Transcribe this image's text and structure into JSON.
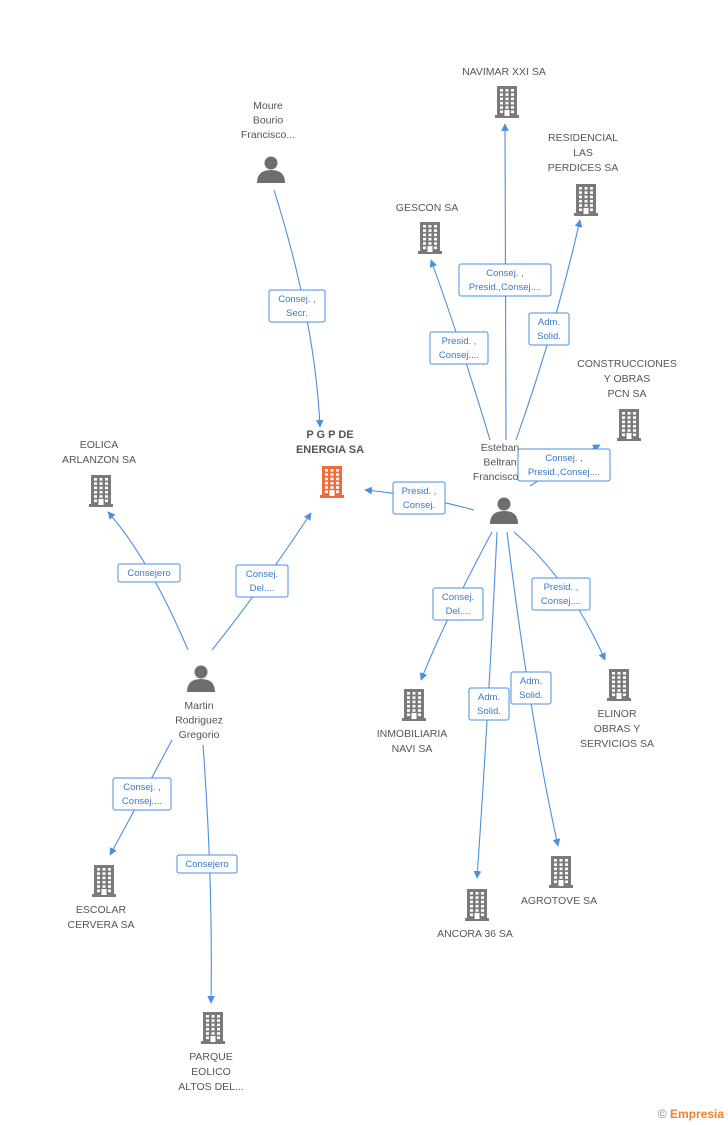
{
  "colors": {
    "edge": "#4a8fe0",
    "company": "#7a7a7a",
    "person": "#6e6e6e",
    "main": "#f26b3a"
  },
  "nodes": [
    {
      "id": "pgp",
      "type": "company",
      "main": true,
      "label": [
        "P G P DE",
        "ENERGIA SA"
      ]
    },
    {
      "id": "moure",
      "type": "person",
      "label": [
        "Moure",
        "Bourio",
        "Francisco..."
      ]
    },
    {
      "id": "esteban",
      "type": "person",
      "label": [
        "Esteban",
        "Beltran",
        "Francisco..."
      ]
    },
    {
      "id": "martin",
      "type": "person",
      "label": [
        "Martin",
        "Rodriguez",
        "Gregorio"
      ]
    },
    {
      "id": "navimar",
      "type": "company",
      "label": [
        "NAVIMAR XXI SA"
      ]
    },
    {
      "id": "residencial",
      "type": "company",
      "label": [
        "RESIDENCIAL",
        "LAS",
        "PERDICES SA"
      ]
    },
    {
      "id": "gescon",
      "type": "company",
      "label": [
        "GESCON SA"
      ]
    },
    {
      "id": "construcciones",
      "type": "company",
      "label": [
        "CONSTRUCCIONES",
        "Y OBRAS",
        "PCN SA"
      ]
    },
    {
      "id": "eolica",
      "type": "company",
      "label": [
        "EOLICA",
        "ARLANZON SA"
      ]
    },
    {
      "id": "inmobiliaria",
      "type": "company",
      "label": [
        "INMOBILIARIA",
        "NAVI SA"
      ]
    },
    {
      "id": "elinor",
      "type": "company",
      "label": [
        "ELINOR",
        "OBRAS Y",
        "SERVICIOS SA"
      ]
    },
    {
      "id": "agrotove",
      "type": "company",
      "label": [
        "AGROTOVE SA"
      ]
    },
    {
      "id": "ancora",
      "type": "company",
      "label": [
        "ANCORA 36 SA"
      ]
    },
    {
      "id": "escolar",
      "type": "company",
      "label": [
        "ESCOLAR",
        "CERVERA SA"
      ]
    },
    {
      "id": "parque",
      "type": "company",
      "label": [
        "PARQUE",
        "EOLICO",
        "ALTOS DEL..."
      ]
    }
  ],
  "edges": [
    {
      "from": "moure",
      "to": "pgp",
      "label": [
        "Consej. ,",
        "Secr."
      ]
    },
    {
      "from": "esteban",
      "to": "pgp",
      "label": [
        "Presid. ,",
        "Consej."
      ]
    },
    {
      "from": "esteban",
      "to": "navimar",
      "label": [
        "Consej. ,",
        "Presid.,Consej...."
      ]
    },
    {
      "from": "esteban",
      "to": "residencial",
      "label": [
        "Adm.",
        "Solid."
      ]
    },
    {
      "from": "esteban",
      "to": "gescon",
      "label": [
        "Presid. ,",
        "Consej...."
      ]
    },
    {
      "from": "esteban",
      "to": "construcciones",
      "label": [
        "Consej. ,",
        "Presid.,Consej...."
      ]
    },
    {
      "from": "esteban",
      "to": "inmobiliaria",
      "label": [
        "Consej.",
        "Del...."
      ]
    },
    {
      "from": "esteban",
      "to": "elinor",
      "label": [
        "Presid. ,",
        "Consej...."
      ]
    },
    {
      "from": "esteban",
      "to": "agrotove",
      "label": [
        "Adm.",
        "Solid."
      ]
    },
    {
      "from": "esteban",
      "to": "ancora",
      "label": [
        "Adm.",
        "Solid."
      ]
    },
    {
      "from": "martin",
      "to": "pgp",
      "label": [
        "Consej.",
        "Del...."
      ]
    },
    {
      "from": "martin",
      "to": "eolica",
      "label": [
        "Consejero"
      ]
    },
    {
      "from": "martin",
      "to": "escolar",
      "label": [
        "Consej. ,",
        "Consej...."
      ]
    },
    {
      "from": "martin",
      "to": "parque",
      "label": [
        "Consejero"
      ]
    }
  ],
  "brand": {
    "symbol": "©",
    "name": "Empresia"
  }
}
